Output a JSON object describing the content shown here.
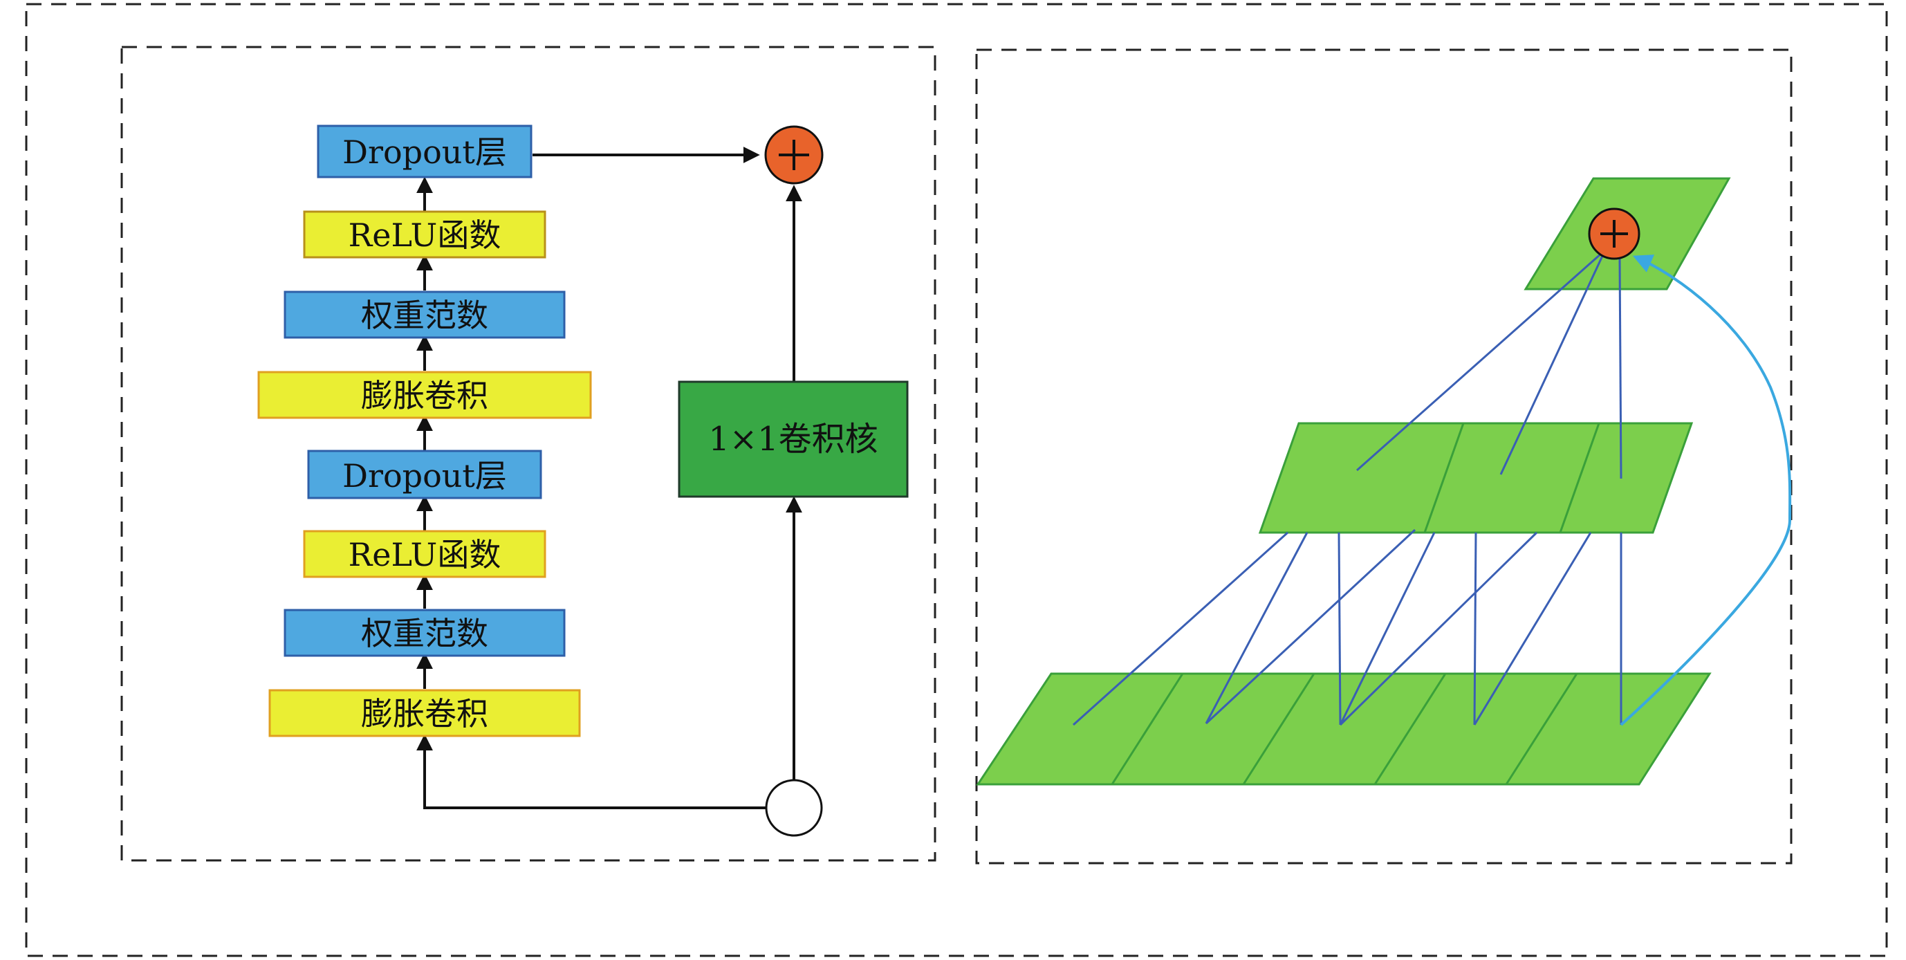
{
  "residual_block": {
    "layers": [
      {
        "label": "Dropout层",
        "kind": "dropout"
      },
      {
        "label": "ReLU函数",
        "kind": "activation"
      },
      {
        "label": "权重范数",
        "kind": "weight_norm"
      },
      {
        "label": "膨胀卷积",
        "kind": "dilated_conv"
      },
      {
        "label": "Dropout层",
        "kind": "dropout"
      },
      {
        "label": "ReLU函数",
        "kind": "activation"
      },
      {
        "label": "权重范数",
        "kind": "weight_norm"
      },
      {
        "label": "膨胀卷积",
        "kind": "dilated_conv"
      }
    ],
    "shortcut_label": "1×1卷积核",
    "sum_symbol": "add",
    "input_symbol": "circle"
  },
  "dilated_conv_stack": {
    "layers": [
      {
        "name": "output",
        "cells": 1
      },
      {
        "name": "hidden",
        "cells": 3
      },
      {
        "name": "input",
        "cells": 5
      }
    ],
    "sum_symbol": "add"
  },
  "colors": {
    "blue_box": "#4fa8e0",
    "blue_border": "#2e5fa8",
    "yellow_box": "#eaee33",
    "yellow_border": "#e0a020",
    "green_box": "#38a845",
    "green_layer": "#7ccf4c",
    "green_layer_border": "#3aa03a",
    "add_circle": "#e8632b",
    "connection_line": "#3a5fb4",
    "residual_curve": "#3aa8e0"
  }
}
